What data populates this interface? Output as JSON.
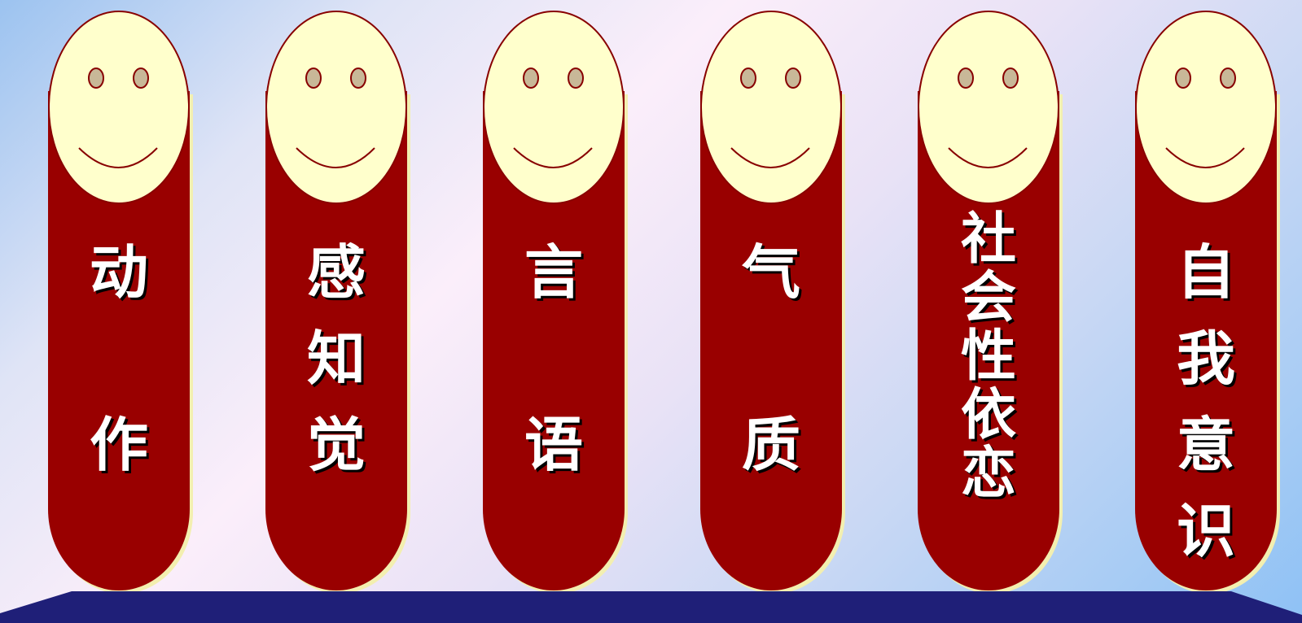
{
  "pillars": [
    {
      "label": "动\n\n作"
    },
    {
      "label": "感\n知\n觉"
    },
    {
      "label": "言\n\n语"
    },
    {
      "label": "气\n\n质"
    },
    {
      "label": "社\n会\n性\n依\n恋"
    },
    {
      "label": "自\n我\n意\n识"
    }
  ],
  "colors": {
    "pillar": "#990000",
    "face": "#ffffcc",
    "eye": "#c8b898",
    "outline": "#880000",
    "base": "#1f1f78",
    "text": "#ffffff"
  }
}
